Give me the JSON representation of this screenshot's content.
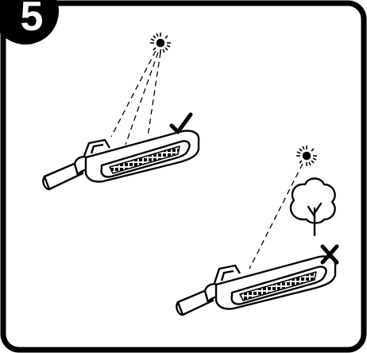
{
  "step": {
    "number": "5"
  },
  "panels": [
    {
      "name": "correct-placement",
      "verdict_icon": "checkmark-icon",
      "obstruction": null
    },
    {
      "name": "incorrect-placement",
      "verdict_icon": "cross-icon",
      "obstruction": "tree-icon"
    }
  ],
  "colors": {
    "stroke": "#000000",
    "background": "#ffffff"
  }
}
